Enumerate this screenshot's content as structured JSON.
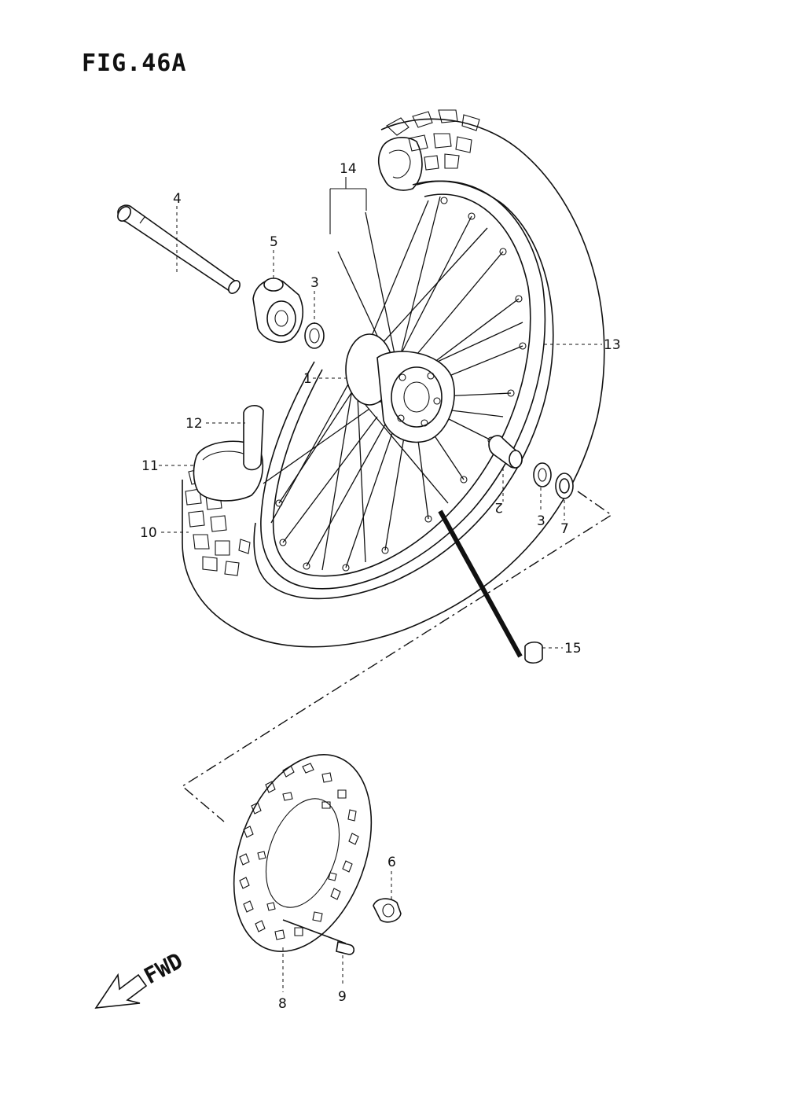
{
  "figure": {
    "title": "FIG.46A",
    "direction_label": "FWD",
    "direction_icon": "arrow-left-down-icon"
  },
  "callouts": [
    {
      "id": "1",
      "label": "1"
    },
    {
      "id": "2",
      "label": "2"
    },
    {
      "id": "3a",
      "label": "3"
    },
    {
      "id": "3b",
      "label": "3"
    },
    {
      "id": "4",
      "label": "4"
    },
    {
      "id": "5",
      "label": "5"
    },
    {
      "id": "6",
      "label": "6"
    },
    {
      "id": "7",
      "label": "7"
    },
    {
      "id": "8",
      "label": "8"
    },
    {
      "id": "9",
      "label": "9"
    },
    {
      "id": "10",
      "label": "10"
    },
    {
      "id": "11",
      "label": "11"
    },
    {
      "id": "12",
      "label": "12"
    },
    {
      "id": "13",
      "label": "13"
    },
    {
      "id": "14",
      "label": "14"
    },
    {
      "id": "15",
      "label": "15"
    }
  ]
}
